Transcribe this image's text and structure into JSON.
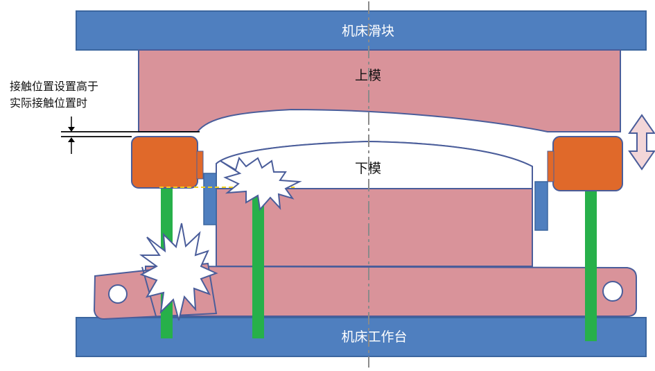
{
  "labels": {
    "ram": "机床滑块",
    "upper_die": "上模",
    "lower_die": "下模",
    "bed": "机床工作台"
  },
  "annotation": {
    "line1": "接触位置设置高于",
    "line2": "实际接触位置时"
  },
  "colors": {
    "machine_blue": "#4f7fbf",
    "die_pink": "#d9939a",
    "guide_orange": "#e0692a",
    "pin_green": "#27b04a"
  }
}
